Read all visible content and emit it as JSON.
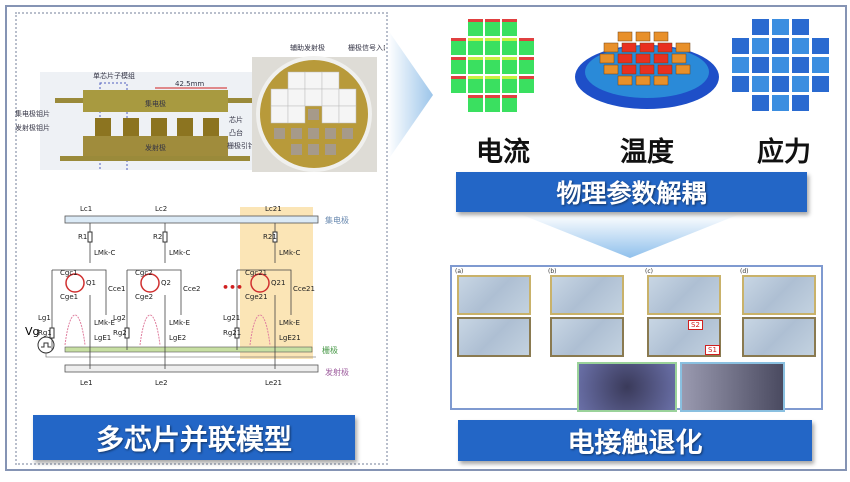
{
  "left": {
    "title": "多芯片并联模型",
    "cross_section": {
      "submodule": "单芯片子模组",
      "dimension": "42.5mm",
      "collector": "集电极",
      "collector_moly": "集电极钼片",
      "emitter_moly": "发射极钼片",
      "chip": "芯片",
      "boss": "凸台",
      "gate_pin": "栅极引针",
      "emitter": "发射极"
    },
    "photo": {
      "aux_emitter": "辅助发射极",
      "gate_signal": "栅极信号入口"
    },
    "circuit": {
      "collector_bus": "集电极",
      "gate_bus": "栅极",
      "emitter_bus": "发射极",
      "source": "Vg",
      "ellipsis": "•••",
      "branches": [
        {
          "lc": "Lc1",
          "r": "R1",
          "lmc": "LMk-C",
          "cgc": "Cgc1",
          "q": "Q1",
          "cce": "Cce1",
          "cge": "Cge1",
          "lg": "Lg1",
          "rg": "Rg1",
          "lme": "LMk-E",
          "lge": "LgE1",
          "le": "Le1"
        },
        {
          "lc": "Lc2",
          "r": "R2",
          "lmc": "LMk-C",
          "cgc": "Cgc2",
          "q": "Q2",
          "cce": "Cce2",
          "cge": "Cge2",
          "lg": "Lg2",
          "rg": "Rg2",
          "lme": "LMk-E",
          "lge": "LgE2",
          "le": "Le2"
        },
        {
          "lc": "Lc21",
          "r": "R21",
          "lmc": "LMk-C",
          "cgc": "Cgc21",
          "q": "Q21",
          "cce": "Cce21",
          "cge": "Cge21",
          "lg": "Lg21",
          "rg": "Rg21",
          "lme": "LMk-E",
          "lge": "LgE21",
          "le": "Le21"
        }
      ]
    }
  },
  "right": {
    "fields": [
      {
        "label": "电流"
      },
      {
        "label": "温度"
      },
      {
        "label": "应力"
      }
    ],
    "decouple_title": "物理参数解耦",
    "micro_panels": [
      "(a)",
      "(b)",
      "(c)",
      "(d)"
    ],
    "defect_marks": [
      "S2",
      "S1"
    ],
    "degradation_title": "电接触退化"
  },
  "colors": {
    "accent": "#2366c6",
    "frame": "#8594b4",
    "highlight": "#fbe5b6"
  }
}
